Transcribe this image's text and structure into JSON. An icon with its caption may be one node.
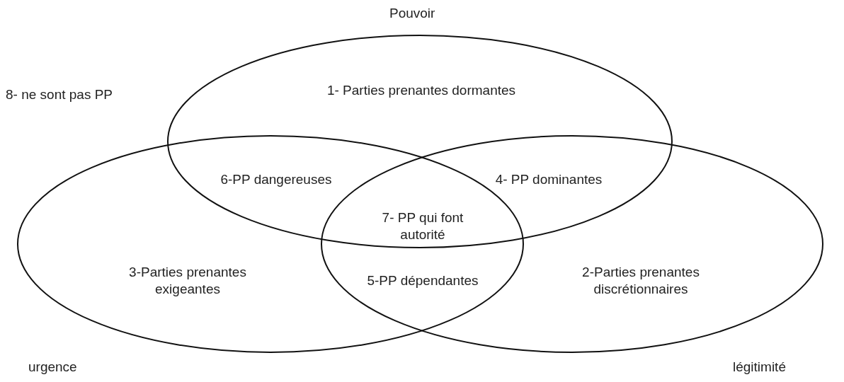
{
  "diagram": {
    "nodes": [
      {
        "text": [
          "Pouvoir"
        ]
      },
      {
        "text": [
          "urgence"
        ]
      },
      {
        "text": [
          "légitimité"
        ]
      }
    ],
    "labels": [
      "8- ne sont pas PP",
      "1- Parties prenantes dormantes",
      "6-PP dangereuses",
      "4- PP dominantes",
      "7- PP qui font autorité",
      "3-Parties prenantes exigeantes",
      "5-PP dépendantes",
      "2-Parties prenantes discrétionnaires"
    ]
  }
}
